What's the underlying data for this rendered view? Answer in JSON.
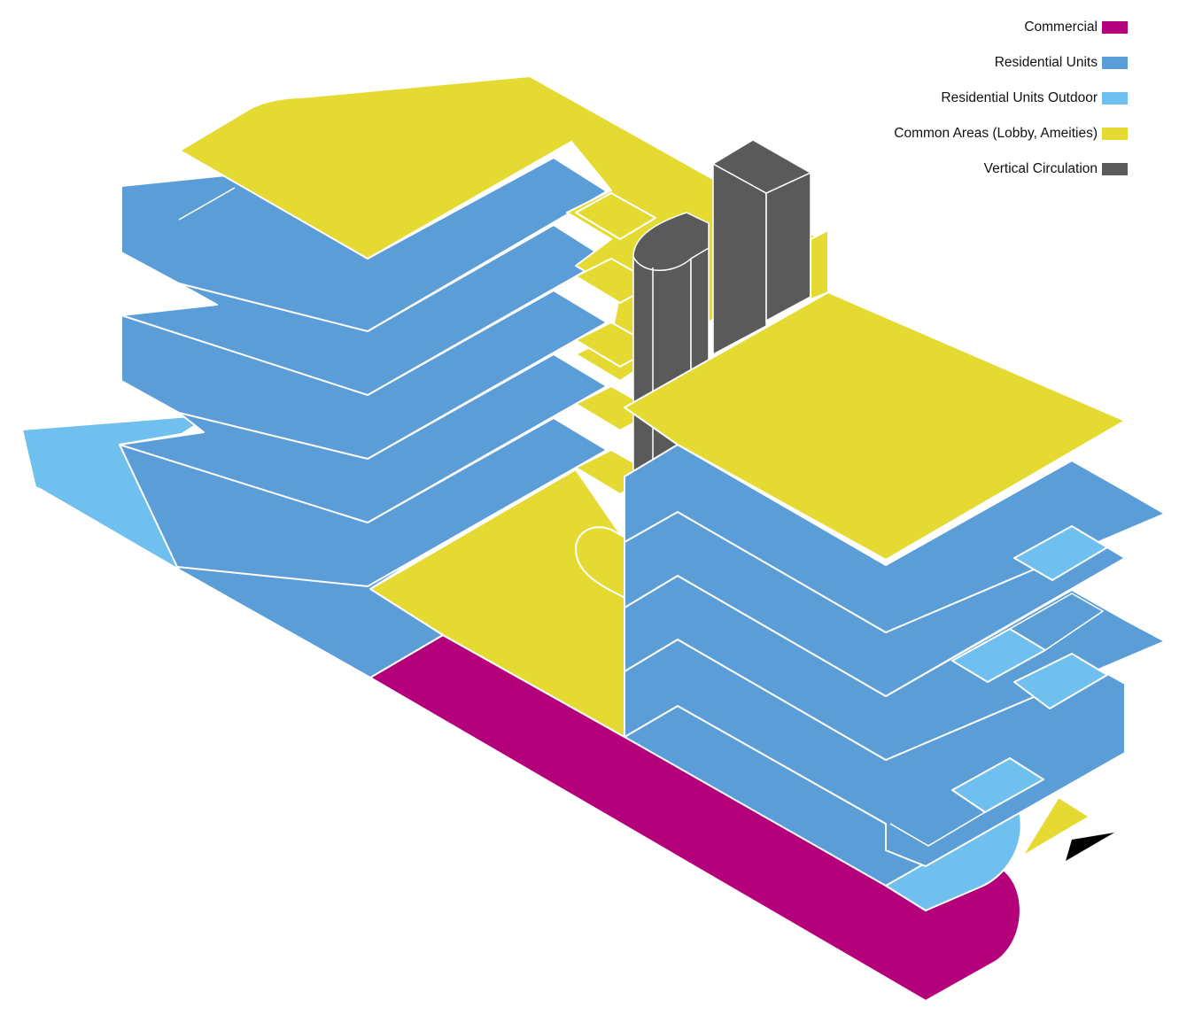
{
  "legend": [
    {
      "label": "Commercial",
      "color": "#B5007B",
      "key": "commercial"
    },
    {
      "label": "Residential Units",
      "color": "#5B9DD6",
      "key": "residential"
    },
    {
      "label": "Residential Units Outdoor",
      "color": "#6FC0EE",
      "key": "outdoor"
    },
    {
      "label": "Common Areas (Lobby, Ameities)",
      "color": "#E5DA32",
      "key": "common"
    },
    {
      "label": "Vertical Circulation",
      "color": "#5A5A5A",
      "key": "circulation"
    }
  ],
  "north_arrow": {
    "icon": "north-arrow-icon",
    "color": "#000000"
  }
}
